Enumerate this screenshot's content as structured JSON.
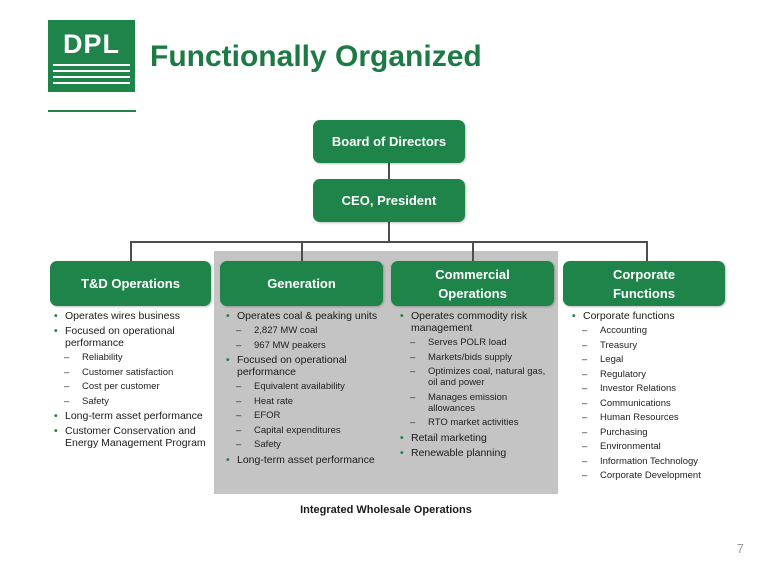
{
  "logo": {
    "text": "DPL"
  },
  "title": "Functionally Organized",
  "colors": {
    "green": "#1e8449",
    "title_green": "#1e7a45",
    "shade": "#c4c4c4"
  },
  "board": "Board of Directors",
  "ceo": "CEO, President",
  "columns": [
    {
      "id": "td",
      "title_lines": [
        "T&D Operations"
      ],
      "items": [
        {
          "text": "Operates wires business",
          "sub": []
        },
        {
          "text": "Focused on operational performance",
          "sub": [
            "Reliability",
            "Customer satisfaction",
            "Cost per customer",
            "Safety"
          ]
        },
        {
          "text": "Long-term asset performance",
          "sub": []
        },
        {
          "text": "Customer Conservation and Energy Management Program",
          "sub": []
        }
      ]
    },
    {
      "id": "generation",
      "title_lines": [
        "Generation"
      ],
      "items": [
        {
          "text": "Operates coal & peaking units",
          "sub": [
            "2,827 MW coal",
            "967 MW peakers"
          ]
        },
        {
          "text": "Focused on operational performance",
          "sub": [
            "Equivalent availability",
            "Heat rate",
            "EFOR",
            "Capital expenditures",
            "Safety"
          ]
        },
        {
          "text": "Long-term asset performance",
          "sub": []
        }
      ]
    },
    {
      "id": "commercial",
      "title_lines": [
        "Commercial",
        "Operations"
      ],
      "items": [
        {
          "text": "Operates commodity risk management",
          "sub": [
            "Serves POLR load",
            "Markets/bids supply",
            "Optimizes coal, natural gas, oil and power",
            "Manages emission allowances",
            "RTO market activities"
          ]
        },
        {
          "text": "Retail marketing",
          "sub": []
        },
        {
          "text": "Renewable planning",
          "sub": []
        }
      ]
    },
    {
      "id": "corporate",
      "title_lines": [
        "Corporate",
        "Functions"
      ],
      "items": [
        {
          "text": "Corporate functions",
          "sub": [
            "Accounting",
            "Treasury",
            "Legal",
            "Regulatory",
            "Investor Relations",
            "Communications",
            "Human Resources",
            "Purchasing",
            "Environmental",
            "Information Technology",
            "Corporate Development"
          ]
        }
      ]
    }
  ],
  "footer_label": "Integrated Wholesale Operations",
  "page_number": "7"
}
